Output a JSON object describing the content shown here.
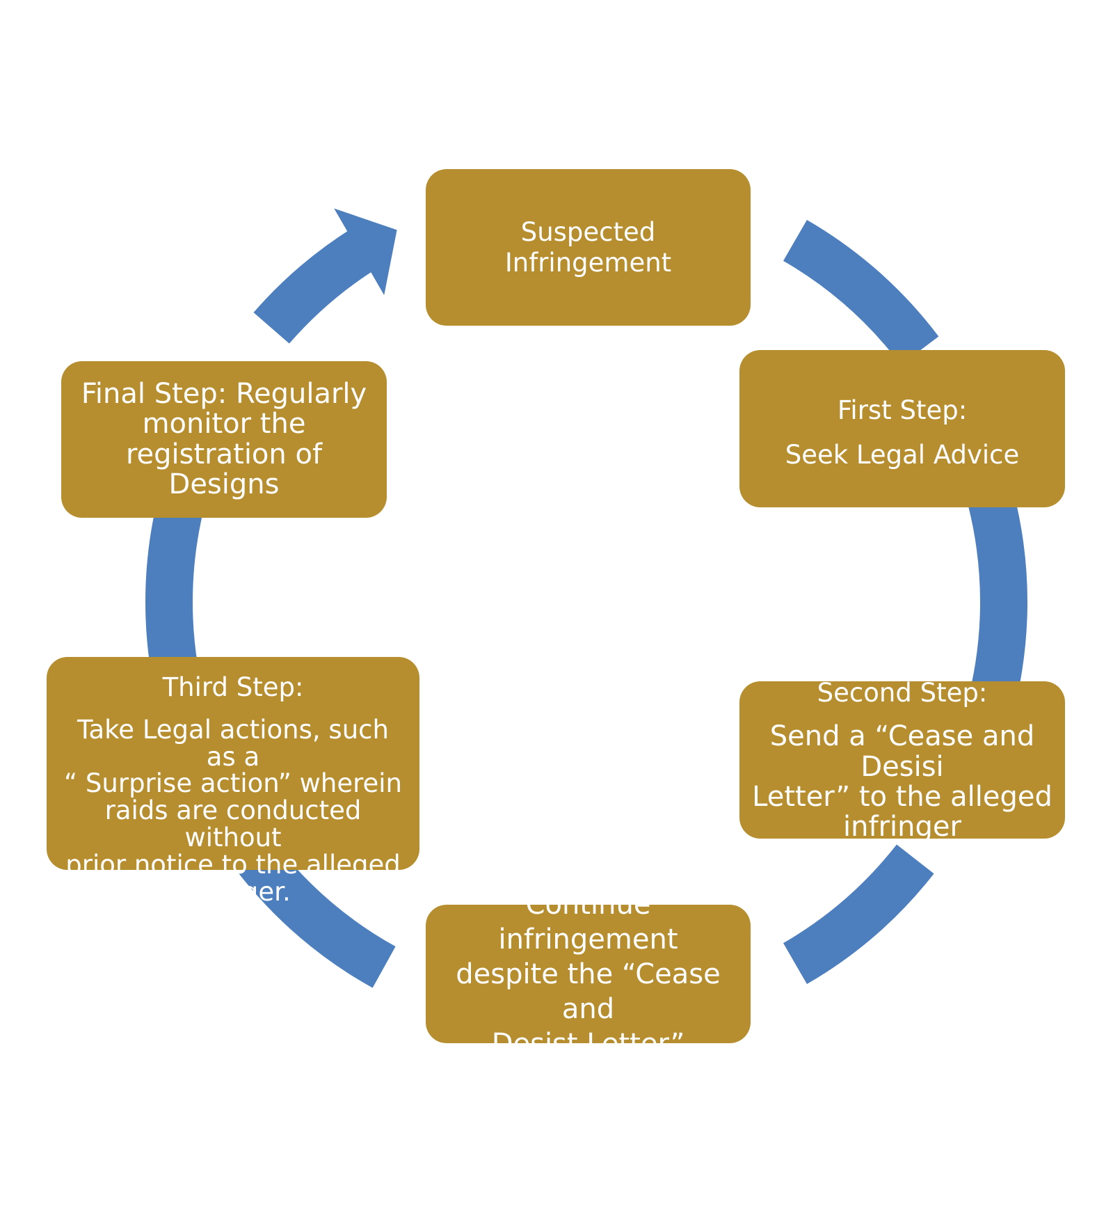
{
  "colors": {
    "node_fill": "#b78e2f",
    "node_text": "#ffffff",
    "ring": "#4d7fbf",
    "background": "#ffffff"
  },
  "nodes": {
    "suspected": {
      "text": "Suspected Infringement"
    },
    "first": {
      "heading": "First Step:",
      "body": "Seek Legal Advice"
    },
    "second": {
      "heading": "Second Step:",
      "body_lines": [
        "Send a “Cease and Desisi",
        "Letter” to the alleged",
        "infringer"
      ]
    },
    "continue": {
      "lines": [
        "Continue infringement",
        "despite the “Cease and",
        "Desist Letter”"
      ]
    },
    "third": {
      "heading": "Third Step:",
      "body_lines": [
        "Take Legal actions, such as a",
        "“ Surprise action” wherein",
        "raids are conducted without",
        "prior notice to the alleged",
        "infringer."
      ]
    },
    "final": {
      "lines": [
        "Final Step: Regularly",
        "monitor the",
        "registration of Designs"
      ]
    }
  }
}
